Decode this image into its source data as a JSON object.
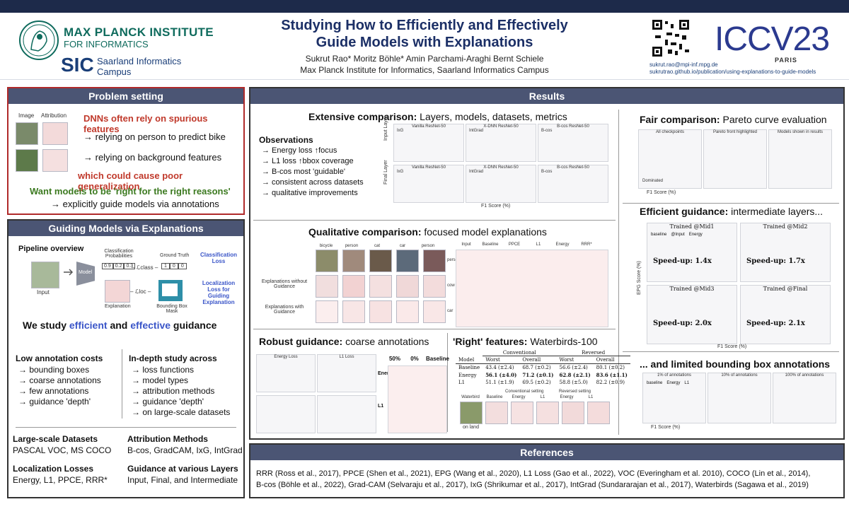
{
  "header": {
    "institute_name": "MAX PLANCK INSTITUTE",
    "institute_sub": "FOR INFORMATICS",
    "campus_mark": "SIC",
    "campus_line1": "Saarland Informatics",
    "campus_line2": "Campus",
    "title_line1": "Studying How to Efficiently and Effectively",
    "title_line2": "Guide Models with Explanations",
    "authors": "Sukrut Rao*   Moritz Böhle*   Amin Parchami-Araghi   Bernt Schiele",
    "affiliation": "Max Planck Institute for Informatics, Saarland Informatics Campus",
    "conference": "ICCV23",
    "conference_city": "PARIS",
    "email": "sukrut.rao@mpi-inf.mpg.de",
    "project_url": "sukrutrao.github.io/publication/using-explanations-to-guide-models"
  },
  "problem": {
    "heading": "Problem setting",
    "label_image": "Image",
    "label_attribution": "Attribution",
    "claim": "DNNs often rely on spurious features",
    "item1": "→ relying on person to predict bike",
    "item2": "→ relying on background features",
    "consequence": "which could cause poor generalization",
    "goal": "Want models to be 'right for the right reasons'",
    "item3": "→ explicitly guide models via annotations"
  },
  "guiding": {
    "heading": "Guiding Models via Explanations",
    "pipeline_title": "Pipeline overview",
    "input_label": "Input",
    "model_label": "Model",
    "class_prob_label": "Classification Probabilities",
    "probs": [
      "0.9",
      "0.2",
      "0.3"
    ],
    "ground_truth_label": "Ground Truth",
    "truth": [
      "1",
      "0",
      "0"
    ],
    "class_loss": "Classification Loss",
    "l_class": "– ℒclass –",
    "l_loc": "– ℒloc –",
    "explanation_label": "Explanation",
    "bbox_label": "Bounding Box Mask",
    "loc_loss": "Localization Loss for Guiding Explanation",
    "study_pre": "We study ",
    "study_efficient": "efficient",
    "study_and": " and ",
    "study_effective": "effective",
    "study_post": " guidance",
    "left_col_title": "Low annotation costs",
    "left_col_items": [
      "→ bounding boxes",
      "→ coarse annotations",
      "→ few annotations",
      "→ guidance 'depth'"
    ],
    "right_col_title": "In-depth study across",
    "right_col_items": [
      "→ loss functions",
      "→ model types",
      "→ attribution methods",
      "→ guidance 'depth'",
      "→ on large-scale datasets"
    ],
    "facts": [
      {
        "title": "Large-scale Datasets",
        "value": "PASCAL VOC, MS COCO"
      },
      {
        "title": "Attribution Methods",
        "value": "B-cos, GradCAM, IxG, IntGrad"
      },
      {
        "title": "Localization Losses",
        "value": "Energy, L1, PPCE, RRR*"
      },
      {
        "title": "Guidance at various Layers",
        "value": "Input, Final, and Intermediate"
      }
    ]
  },
  "results": {
    "heading": "Results",
    "extensive_bold": "Extensive comparison:",
    "extensive_rest": " Layers, models, datasets, metrics",
    "observations_title": "Observations",
    "observations": [
      "→ Energy loss ↑focus",
      "→ L1 loss ↑bbox coverage",
      "→ B-cos most 'guidable'",
      "→ consistent across datasets",
      "→ qualitative improvements"
    ],
    "ext_panel_titles": [
      "Vanilla ResNet-50",
      "X-DNN ResNet-50",
      "B-cos ResNet-50",
      "Vanilla ResNet-50",
      "X-DNN ResNet-50",
      "B-cos ResNet-50"
    ],
    "ext_panel_methods": [
      "IxG",
      "IntGrad",
      "B-cos",
      "IxG",
      "IntGrad",
      "B-cos"
    ],
    "input_layer_label": "Input Layer",
    "final_layer_label": "Final Layer",
    "f1_axis": "F1 Score (%)",
    "qual_bold": "Qualitative comparison:",
    "qual_rest": " focused model explanations",
    "qual_cols": [
      "bicycle",
      "person",
      "cat",
      "car",
      "person"
    ],
    "qual_rows": [
      "Explanations without Guidance",
      "Explanations with Guidance"
    ],
    "qual2_cols": [
      "Input",
      "Baseline",
      "PPCE",
      "L1",
      "Energy",
      "RRR*"
    ],
    "qual2_rows": [
      "person",
      "cow",
      "car"
    ],
    "robust_bold": "Robust guidance:",
    "robust_rest": " coarse annotations",
    "robust_panels": [
      "Energy Loss",
      "L1 Loss"
    ],
    "robust_cols": [
      "50%",
      "0%",
      "Baseline"
    ],
    "robust_rows": [
      "Energy",
      "L1"
    ],
    "right_bold": "'Right' features:",
    "right_rest": " Waterbirds-100",
    "wb_group_headers": [
      "Conventional",
      "Reversed"
    ],
    "wb_headers": [
      "Model",
      "Worst",
      "Overall",
      "Worst",
      "Overall"
    ],
    "wb_rows": [
      [
        "Baseline",
        "43.4 (±2.4)",
        "68.7 (±0.2)",
        "56.6 (±2.4)",
        "80.1 (±0.2)"
      ],
      [
        "Energy",
        "56.1 (±4.0)",
        "71.2 (±0.1)",
        "62.8 (±2.1)",
        "83.6 (±1.1)"
      ],
      [
        "L1",
        "51.1 (±1.9)",
        "69.5 (±0.2)",
        "58.8 (±5.0)",
        "82.2 (±0.9)"
      ]
    ],
    "wb_fig_labels": [
      "Waterbird",
      "Baseline",
      "Energy",
      "L1",
      "Energy",
      "L1"
    ],
    "wb_fig_groups": [
      "Conventional setting",
      "Reversed setting"
    ],
    "wb_on_land": "on land",
    "fair_bold": "Fair comparison:",
    "fair_rest": " Pareto curve evaluation",
    "fair_panels": [
      "All checkpoints",
      "Pareto front highlighted",
      "Models shown in results"
    ],
    "efficient_bold": "Efficient guidance:",
    "efficient_rest": " intermediate layers...",
    "eff_panels": [
      {
        "title": "Trained @Mid1",
        "speedup": "Speed-up: 1.4x"
      },
      {
        "title": "Trained @Mid2",
        "speedup": "Speed-up: 1.7x"
      },
      {
        "title": "Trained @Mid3",
        "speedup": "Speed-up: 2.0x"
      },
      {
        "title": "Trained @Final",
        "speedup": "Speed-up: 2.1x"
      }
    ],
    "eff_legend": [
      "baseline",
      "@Input",
      "Energy"
    ],
    "epg_axis": "EPG Score (%)",
    "dominated": "Dominated",
    "limited_text": "... and limited bounding box annotations",
    "limited_panels": [
      "1% of annotations",
      "10% of annotations",
      "100% of annotations"
    ],
    "limited_legend": [
      "baseline",
      "Energy",
      "L1"
    ]
  },
  "references": {
    "heading": "References",
    "line1": "RRR (Ross et al., 2017), PPCE (Shen et al., 2021), EPG (Wang et al., 2020), L1 Loss (Gao et al., 2022), VOC (Everingham et al. 2010), COCO (Lin et al., 2014),",
    "line2": "B-cos (Böhle et al., 2022), Grad-CAM (Selvaraju et al., 2017), IxG (Shrikumar et al., 2017), IntGrad (Sundararajan et al., 2017), Waterbirds (Sagawa et al., 2019)"
  },
  "colors": {
    "header_bar": "#1d2a4a",
    "panel_header": "#4b5574",
    "accent_red": "#c0392b",
    "accent_green": "#3c7a20",
    "accent_blue": "#3a55c8",
    "title_navy": "#1b2f66",
    "mpi_green": "#0f6b5d"
  }
}
